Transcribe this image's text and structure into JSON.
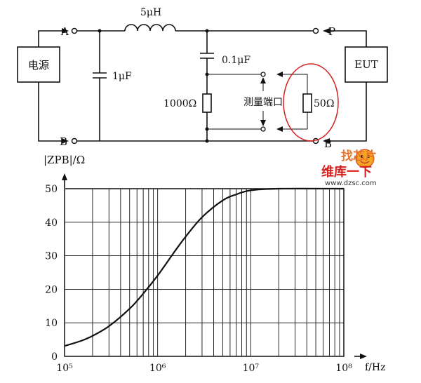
{
  "circuit": {
    "source_label": "电源",
    "eut_label": "EUT",
    "terminal_a": "A",
    "terminal_b_left": "B",
    "terminal_p": "P",
    "terminal_b_right": "B",
    "inductor": "5μH",
    "cap_shunt": "1μF",
    "cap_coupling": "0.1μF",
    "res_1000": "1000Ω",
    "port_label": "测量端口",
    "res_50": "50Ω",
    "highlight_color": "#d42020"
  },
  "watermark": {
    "brand": "维库一下",
    "site": "www.dzsc.com",
    "logo": "找芯片"
  },
  "chart_data": {
    "type": "line",
    "xscale": "log",
    "xlim": [
      100000,
      100000000
    ],
    "ylim": [
      0,
      50
    ],
    "xticks": [
      "10⁵",
      "10⁶",
      "10⁷",
      "10⁸"
    ],
    "yticks": [
      "0",
      "10",
      "20",
      "30",
      "40",
      "50"
    ],
    "xlabel": "f/Hz",
    "ylabel": "|ZPB|/Ω",
    "grid": true,
    "series": [
      {
        "x": [
          100000,
          150000,
          200000,
          300000,
          500000,
          700000,
          1000000,
          1500000,
          2000000,
          3000000,
          5000000,
          7000000,
          10000000,
          20000000,
          100000000
        ],
        "y": [
          3.1,
          4.6,
          6.1,
          9.0,
          14.2,
          18.7,
          24.1,
          31.0,
          35.7,
          41.5,
          46.5,
          48.3,
          49.5,
          50.0,
          50.0
        ]
      }
    ]
  }
}
